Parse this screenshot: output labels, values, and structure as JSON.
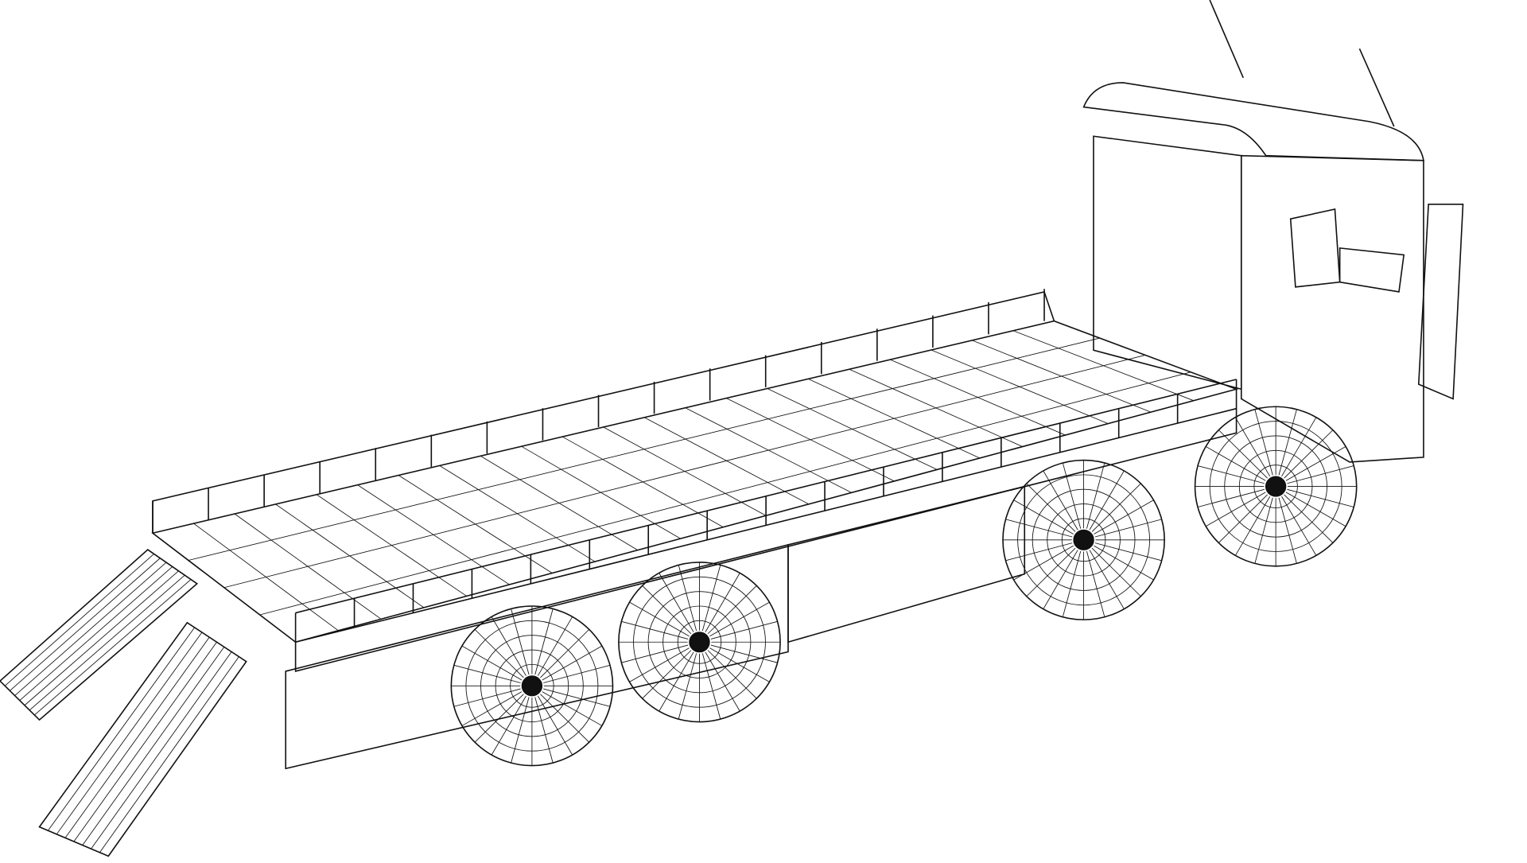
{
  "drawing": {
    "subject": "flatbed-truck-wireframe",
    "style": "line-art",
    "colors": {
      "line": "#111111",
      "background": "#ffffff"
    },
    "axles": 4,
    "ramps": 2
  }
}
